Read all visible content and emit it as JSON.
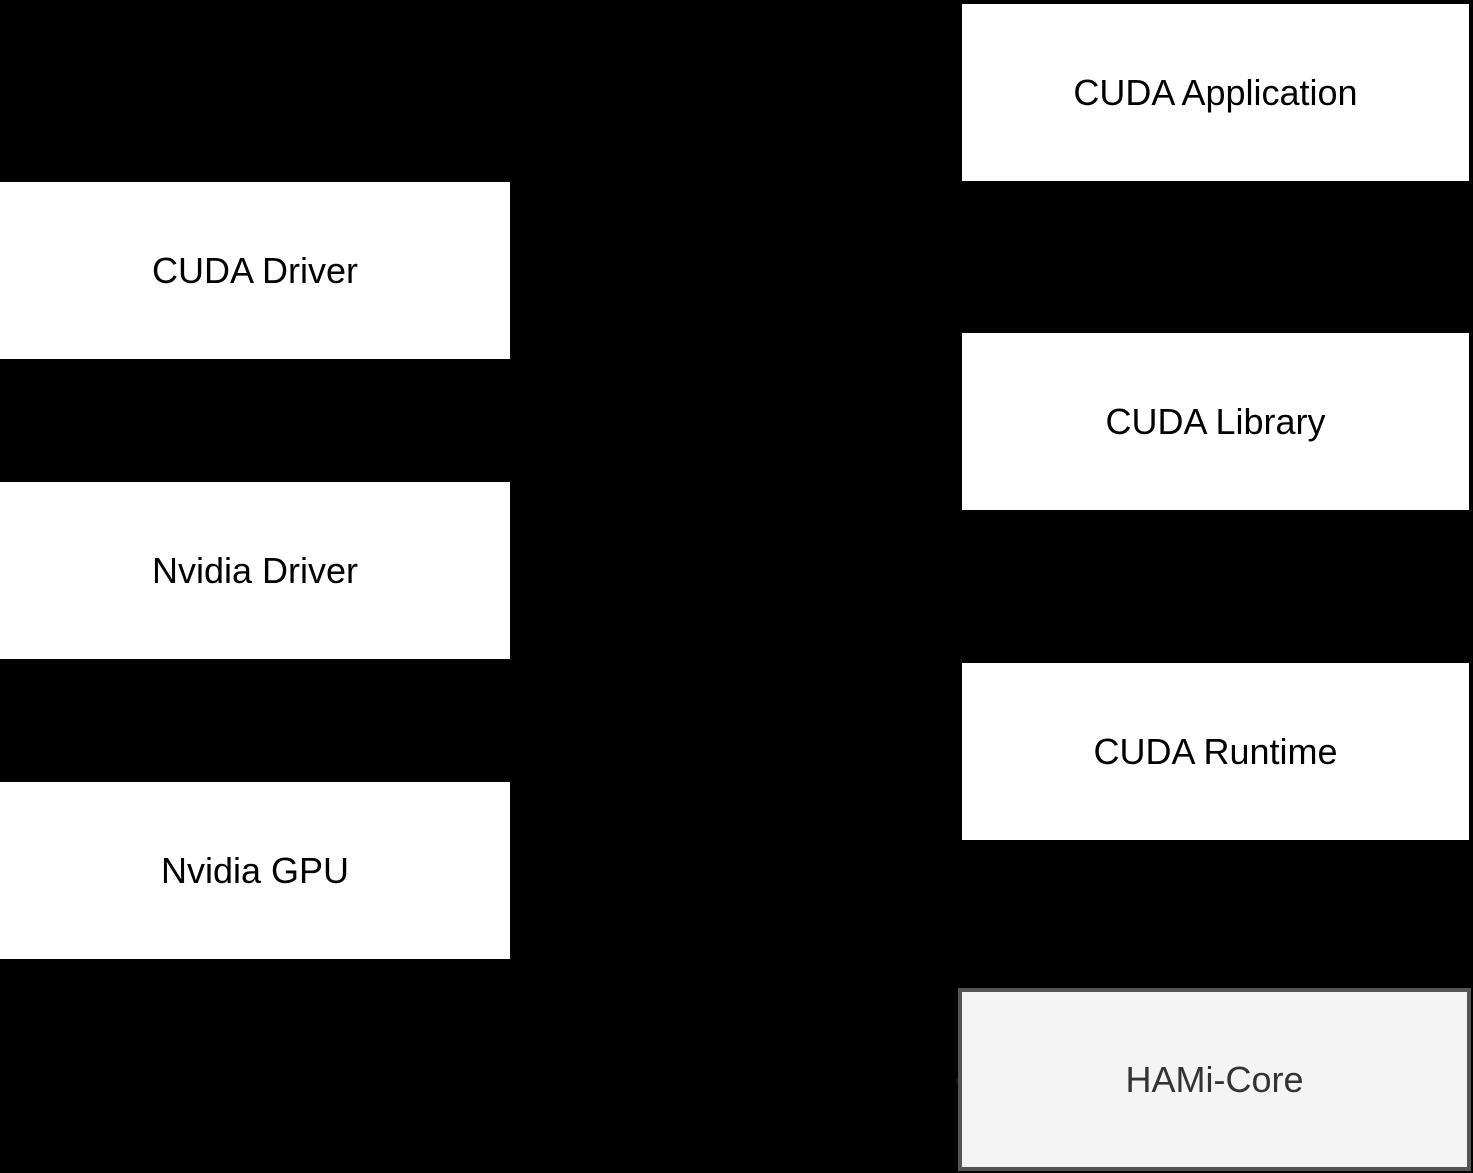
{
  "diagram": {
    "type": "flowchart",
    "theme": "dark-background",
    "nodes": {
      "cuda_application": {
        "label": "CUDA Application"
      },
      "cuda_library": {
        "label": "CUDA Library"
      },
      "cuda_runtime": {
        "label": "CUDA Runtime"
      },
      "hami_core": {
        "label": "HAMi-Core"
      },
      "cuda_driver": {
        "label": "CUDA Driver"
      },
      "nvidia_driver": {
        "label": "Nvidia Driver"
      },
      "nvidia_gpu": {
        "label": "Nvidia GPU"
      }
    }
  },
  "colors": {
    "background": "#000000",
    "node_fill": "#ffffff",
    "node_text": "#000000",
    "hami_fill": "#f4f4f4",
    "hami_border": "#555555",
    "hami_text": "#333333"
  }
}
